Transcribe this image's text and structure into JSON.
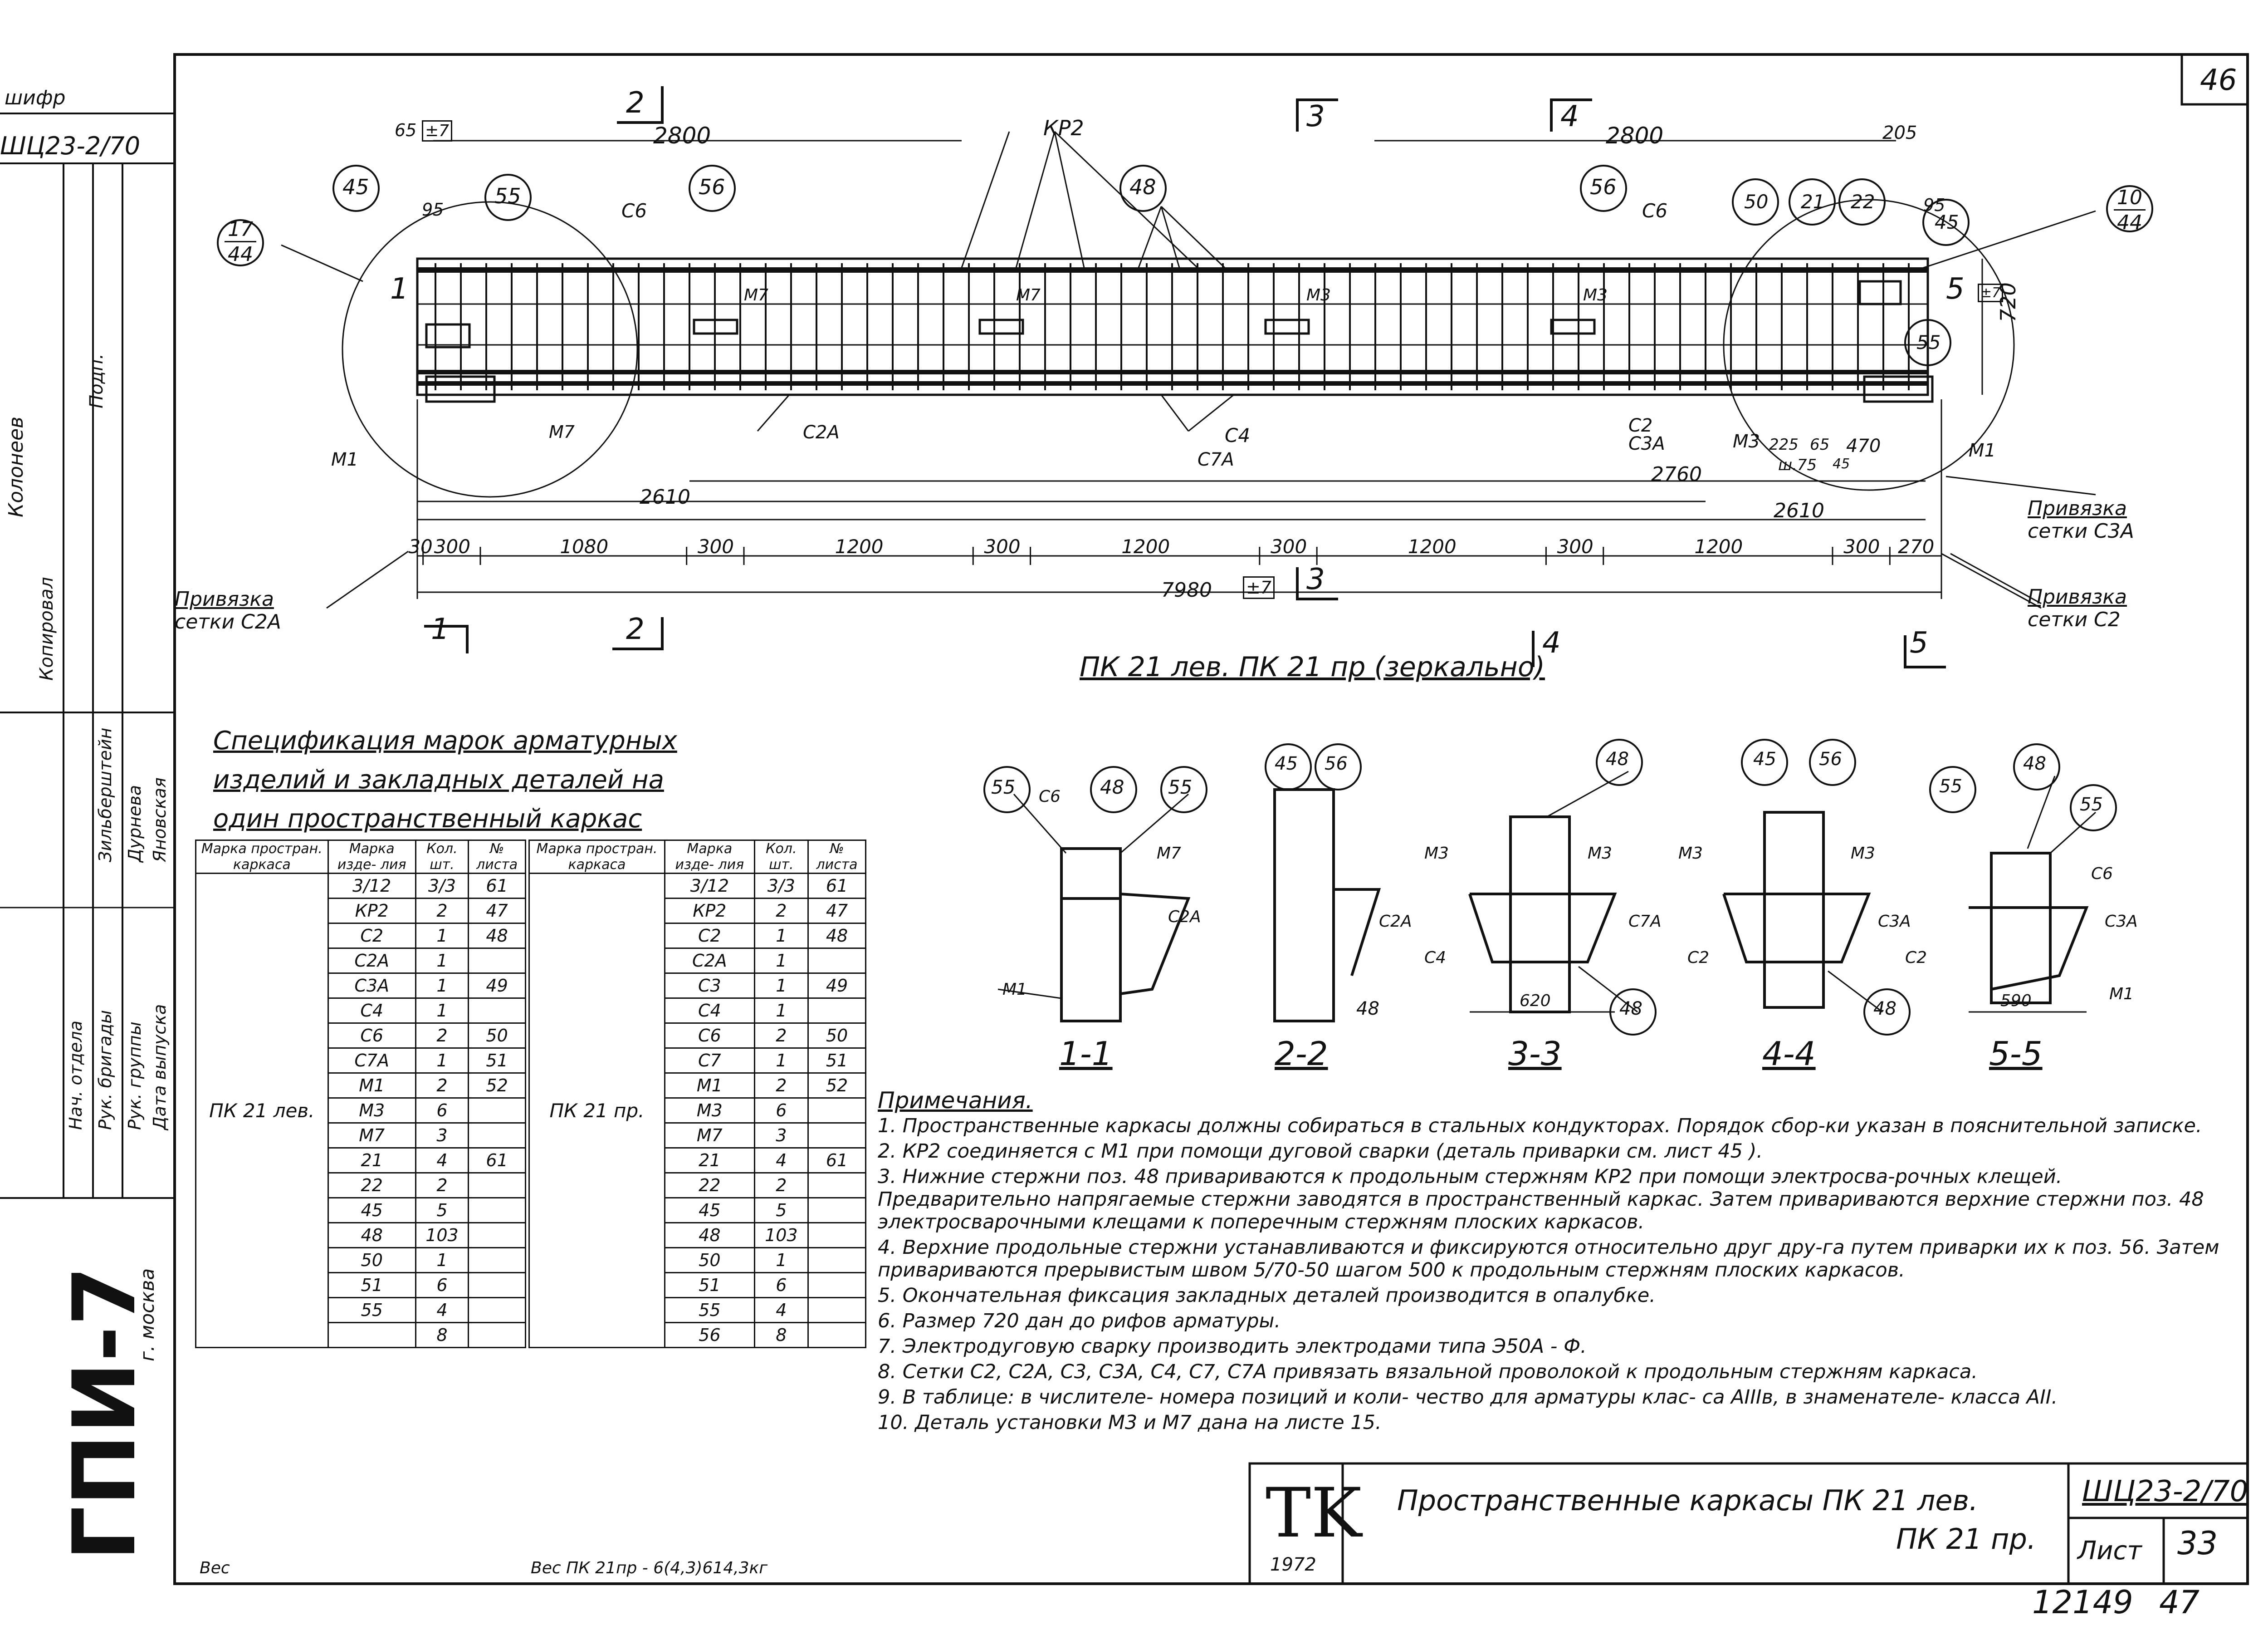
{
  "sheet": {
    "top_right_number": "46",
    "code": "ШЦ23-2/70",
    "sheet_label": "Лист",
    "sheet_number": "33",
    "bottom_number": "12149",
    "bottom_number2": "47",
    "title": "Пространственные каркасы ПК 21 лев.",
    "title2": "ПК 21 пр.",
    "stamp_letters": "TK",
    "stamp_year": "1972",
    "org": "ГПИ-7",
    "city": "г. москва"
  },
  "left_strip": {
    "shifr_label": "шифр",
    "shifr_value": "ШЦ23-2/70",
    "roles": [
      "Нач. отдела",
      "Рук. бригады",
      "Рук. группы",
      "Дата выпуска"
    ],
    "names": [
      "Зильберштейн",
      "Дурнева",
      "Яновская"
    ],
    "side_words": [
      "Колонеев",
      "Подп.",
      "Копировал"
    ]
  },
  "main_view": {
    "caption": "ПК 21 лев. ПК 21 пр (зеркально)",
    "dims_top": [
      "2800",
      "2800",
      "205",
      "65",
      "95",
      "95"
    ],
    "dims_left_top": "65",
    "dims_row1": [
      "2610",
      "2760",
      "225",
      "65",
      "470",
      "45"
    ],
    "dims_row2": "2610",
    "dims_row3": [
      "30",
      "300",
      "1080",
      "300",
      "1200",
      "300",
      "1200",
      "300",
      "1200",
      "300",
      "1200",
      "300",
      "270"
    ],
    "total": "7980",
    "height": "720",
    "tol": "±7",
    "cut_marks": [
      "1",
      "2",
      "3",
      "4",
      "5"
    ],
    "labels": [
      "КР2",
      "С6",
      "М7",
      "М7",
      "М3",
      "М3",
      "М1",
      "М1",
      "С2А",
      "С4",
      "С7А",
      "С2",
      "С3А",
      "М3",
      "ш.75"
    ],
    "bubbles": [
      "45",
      "55",
      "56",
      "48",
      "56",
      "50",
      "21",
      "22",
      "45",
      "55"
    ],
    "callouts": [
      {
        "num": "17",
        "den": "44"
      },
      {
        "num": "10",
        "den": "44"
      }
    ],
    "binding_left": [
      "Привязка",
      "сетки С2А"
    ],
    "binding_right1": [
      "Привязка",
      "сетки С3А"
    ],
    "binding_right2": [
      "Привязка",
      "сетки С2"
    ]
  },
  "sections": [
    {
      "label": "1-1",
      "parts": [
        "55",
        "С6",
        "48",
        "55",
        "М7",
        "С2А",
        "М1"
      ]
    },
    {
      "label": "2-2",
      "parts": [
        "45",
        "56",
        "С2А",
        "48"
      ]
    },
    {
      "label": "3-3",
      "parts": [
        "48",
        "М3",
        "М3",
        "С7А",
        "С4",
        "620",
        "48"
      ]
    },
    {
      "label": "4-4",
      "parts": [
        "45",
        "56",
        "М3",
        "М3",
        "С3А",
        "С2",
        "48"
      ]
    },
    {
      "label": "5-5",
      "parts": [
        "55",
        "48",
        "55",
        "С6",
        "С3А",
        "С2",
        "590",
        "М1"
      ]
    }
  ],
  "spec": {
    "title_lines": [
      "Спецификация марок арматурных",
      "изделий и закладных деталей на",
      "один пространственный каркас"
    ],
    "headers": [
      "Марка простран. каркаса",
      "Марка изде- лия",
      "Кол. шт.",
      "№ листа"
    ],
    "sub_header": [
      "3/12",
      "3/3",
      "61"
    ],
    "left": {
      "frame": "ПК 21 лев.",
      "rows": [
        [
          "КР2",
          "2",
          "47"
        ],
        [
          "С2",
          "1",
          "48"
        ],
        [
          "С2А",
          "1",
          ""
        ],
        [
          "С3А",
          "1",
          "49"
        ],
        [
          "С4",
          "1",
          ""
        ],
        [
          "С6",
          "2",
          "50"
        ],
        [
          "С7А",
          "1",
          "51"
        ],
        [
          "М1",
          "2",
          "52"
        ],
        [
          "М3",
          "6",
          ""
        ],
        [
          "М7",
          "3",
          ""
        ],
        [
          "21",
          "4",
          "61"
        ],
        [
          "22",
          "2",
          ""
        ],
        [
          "45",
          "5",
          ""
        ],
        [
          "48",
          "103",
          ""
        ],
        [
          "50",
          "1",
          ""
        ],
        [
          "51",
          "6",
          ""
        ],
        [
          "55",
          "4",
          ""
        ],
        [
          "",
          "8",
          ""
        ]
      ],
      "weight": "Вес"
    },
    "right": {
      "frame": "ПК 21 пр.",
      "rows": [
        [
          "КР2",
          "2",
          "47"
        ],
        [
          "С2",
          "1",
          "48"
        ],
        [
          "С2А",
          "1",
          ""
        ],
        [
          "С3",
          "1",
          "49"
        ],
        [
          "С4",
          "1",
          ""
        ],
        [
          "С6",
          "2",
          "50"
        ],
        [
          "С7",
          "1",
          "51"
        ],
        [
          "М1",
          "2",
          "52"
        ],
        [
          "М3",
          "6",
          ""
        ],
        [
          "М7",
          "3",
          ""
        ],
        [
          "21",
          "4",
          "61"
        ],
        [
          "22",
          "2",
          ""
        ],
        [
          "45",
          "5",
          ""
        ],
        [
          "48",
          "103",
          ""
        ],
        [
          "50",
          "1",
          ""
        ],
        [
          "51",
          "6",
          ""
        ],
        [
          "55",
          "4",
          ""
        ],
        [
          "56",
          "8",
          ""
        ]
      ],
      "weight": "Вес ПК 21пр - 6(4,3)614,3кг"
    }
  },
  "notes": {
    "title": "Примечания.",
    "items": [
      "1. Пространственные каркасы должны собираться в стальных кондукторах. Порядок сбор-ки указан в пояснительной записке.",
      "2. КР2 соединяется с М1 при помощи дуговой сварки (деталь приварки см. лист 45 ).",
      "3. Нижние стержни поз. 48 привариваются к продольным стержням КР2 при помощи электросва-рочных клещей. Предварительно напрягаемые стержни заводятся в пространственный каркас. Затем привариваются верхние стержни поз. 48 электросварочными клещами к поперечным стержням плоских каркасов.",
      "4. Верхние продольные стержни устанавливаются и фиксируются относительно друг дру-га путем приварки их к поз. 56. Затем привариваются прерывистым швом 5/70-50 шагом 500 к продольным стержням плоских каркасов.",
      "5. Окончательная фиксация закладных деталей производится в опалубке.",
      "6. Размер 720 дан до рифов арматуры.",
      "7. Электродуговую сварку производить электродами типа Э50А - Ф.",
      "8. Сетки С2, С2А, С3, С3А, С4, С7, С7А привязать вязальной проволокой к продольным стержням каркаса.",
      "9. В таблице: в числителе- номера позиций и коли- чество для арматуры клас- са АIIIв, в знаменателе- класса АII.",
      "10. Деталь установки М3 и М7 дана на листе 15."
    ]
  }
}
